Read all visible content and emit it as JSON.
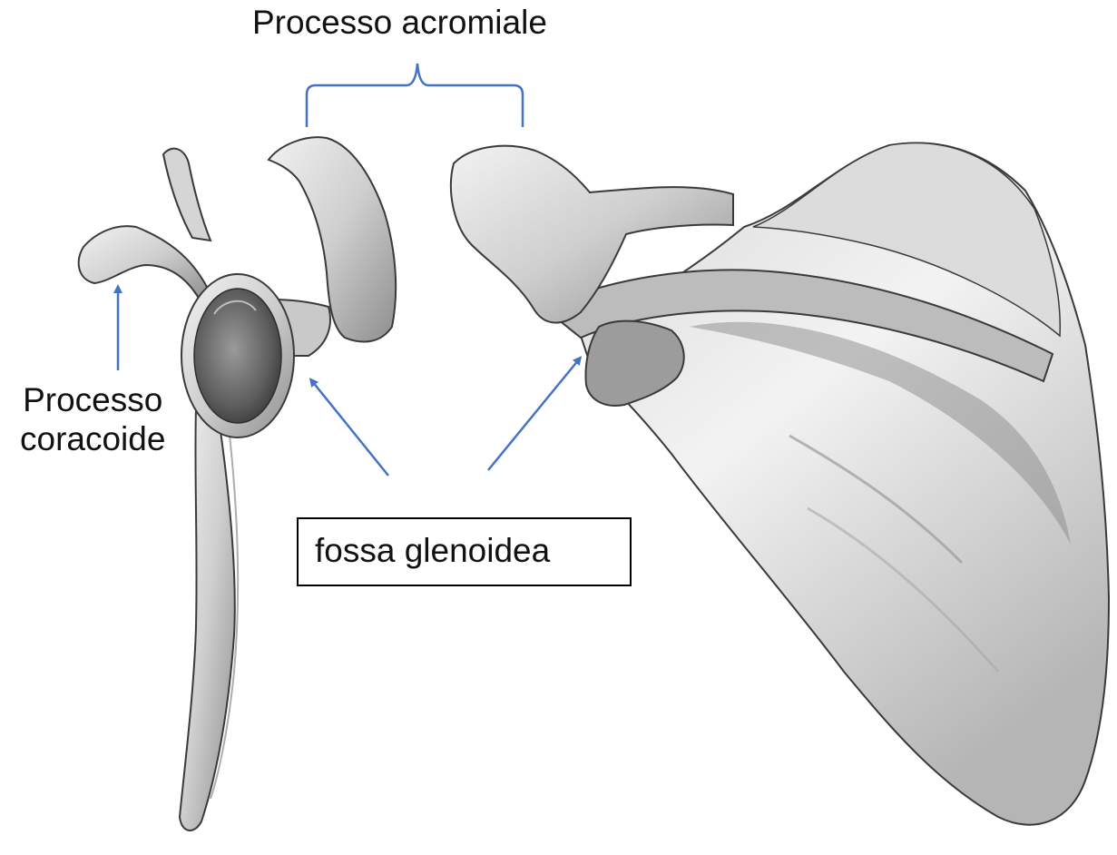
{
  "labels": {
    "acromion": "Processo acromiale",
    "coracoid_line1": "Processo",
    "coracoid_line2": "coracoide",
    "glenoid": "fossa glenoidea"
  },
  "colors": {
    "annotation": "#4472c4",
    "bone_light": "#e6e6e6",
    "bone_mid": "#bdbdbd",
    "bone_dark": "#6f6f6f",
    "outline": "#3a3a3a"
  }
}
